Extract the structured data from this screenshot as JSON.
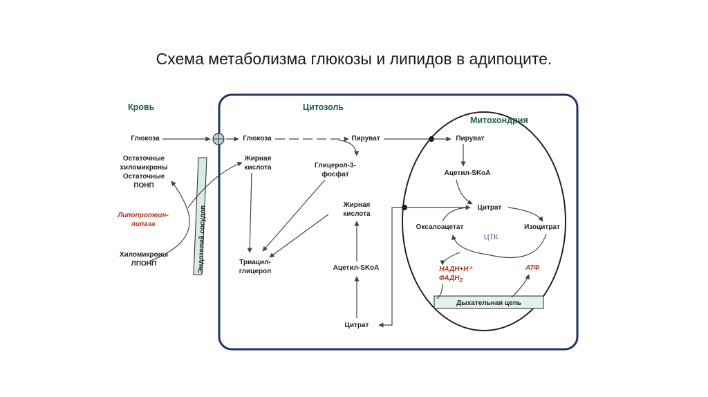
{
  "title": "Схема метаболизма глюкозы и липидов в  адипоците.",
  "sections": {
    "blood": "Кровь",
    "cytosol": "Цитозоль",
    "mito": "Митохондрия",
    "endothelium": "Эндотелий сосудов"
  },
  "blood": {
    "glucose": "Глюкоза",
    "residual_chylo_1": "Остаточные",
    "residual_chylo_2": "хиломикроны",
    "residual_ponp_1": "Остаточные",
    "residual_ponp_2": "ПОНП",
    "lpl_1": "Липопротеин-",
    "lpl_2": "липаза",
    "chylo_1": "Хиломикроны",
    "chylo_2": "ЛПОНП"
  },
  "cytosol": {
    "glucose": "Глюкоза",
    "pyruvate": "Пируват",
    "fa1_1": "Жирная",
    "fa1_2": "кислота",
    "g3p_1": "Глицерол-3-",
    "g3p_2": "фосфат",
    "fa2_1": "Жирная",
    "fa2_2": "кислота",
    "tag_1": "Триацил-",
    "tag_2": "глицерол",
    "acetyl": "Ацетил-SKoA",
    "citrate": "Цитрат"
  },
  "mito": {
    "pyruvate": "Пируват",
    "acetyl": "Ацетил-SKoA",
    "citrate": "Цитрат",
    "oxaloacetate": "Оксалоацетат",
    "isocitrate": "Изоцитрат",
    "tca": "ЦТК",
    "nadh": "НАДН+Н⁺",
    "fadh": "ФАДН",
    "fadh_sub": "2",
    "atp": "АТФ",
    "resp": "Дыхательная цепь"
  },
  "colors": {
    "frame": "#1f3566",
    "section": "#1f5e4a",
    "accent_red": "#b5301e",
    "tca_blue": "#2e4f9b",
    "endothelium_fill": "#d8ece4"
  }
}
